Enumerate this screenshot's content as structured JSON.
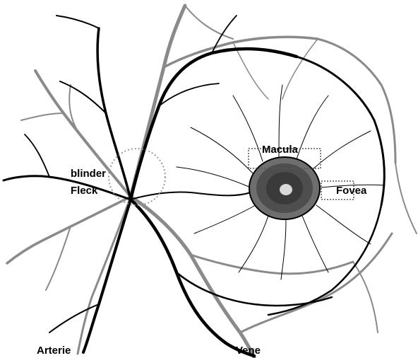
{
  "labels": {
    "macula": "Macula",
    "fovea": "Fovea",
    "blind_spot_line1": "blinder",
    "blind_spot_line2": "Fleck",
    "artery": "Arterie",
    "vein": "Vene"
  },
  "colors": {
    "artery": "#000000",
    "vein": "#8a8a8a",
    "background": "#ffffff"
  }
}
